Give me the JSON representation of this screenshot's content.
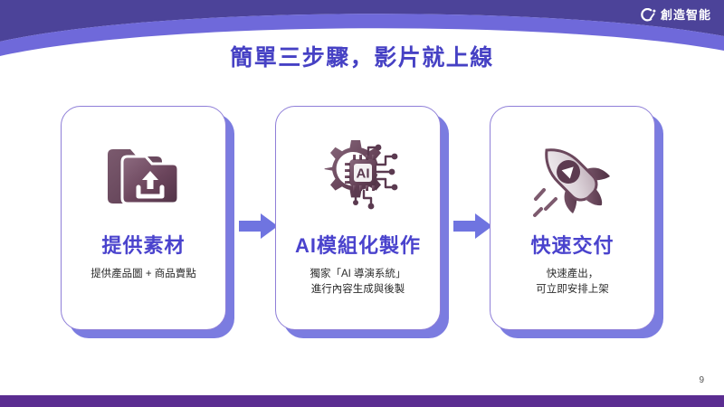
{
  "slide": {
    "title": "簡單三步驟，影片就上線",
    "page_number": "9",
    "title_color": "#4641c4",
    "header_band_dark": "#4c4399",
    "header_band_light": "#6f69da",
    "footer_bar_color": "#5b2d91",
    "card_shadow_color": "#7b7ce0",
    "card_border_color": "#8f7fd8",
    "arrow_color": "#6f74e0",
    "icon_color_dark": "#5a3a4d",
    "icon_color_light": "#9b7f92"
  },
  "brand": {
    "name": "創造智能",
    "logo_icon": "c-dot-logo-icon"
  },
  "steps": [
    {
      "icon": "folder-upload-icon",
      "title": "提供素材",
      "desc_lines": [
        "提供產品圖 + 商品賣點"
      ]
    },
    {
      "icon": "ai-chip-gear-icon",
      "title": "AI模組化製作",
      "desc_lines": [
        "獨家「AI 導演系統」",
        "進行內容生成與後製"
      ]
    },
    {
      "icon": "rocket-play-icon",
      "title": "快速交付",
      "desc_lines": [
        "快速產出，",
        "可立即安排上架"
      ]
    }
  ],
  "arrows": [
    {
      "name": "arrow-step1-to-step2"
    },
    {
      "name": "arrow-step2-to-step3"
    }
  ]
}
